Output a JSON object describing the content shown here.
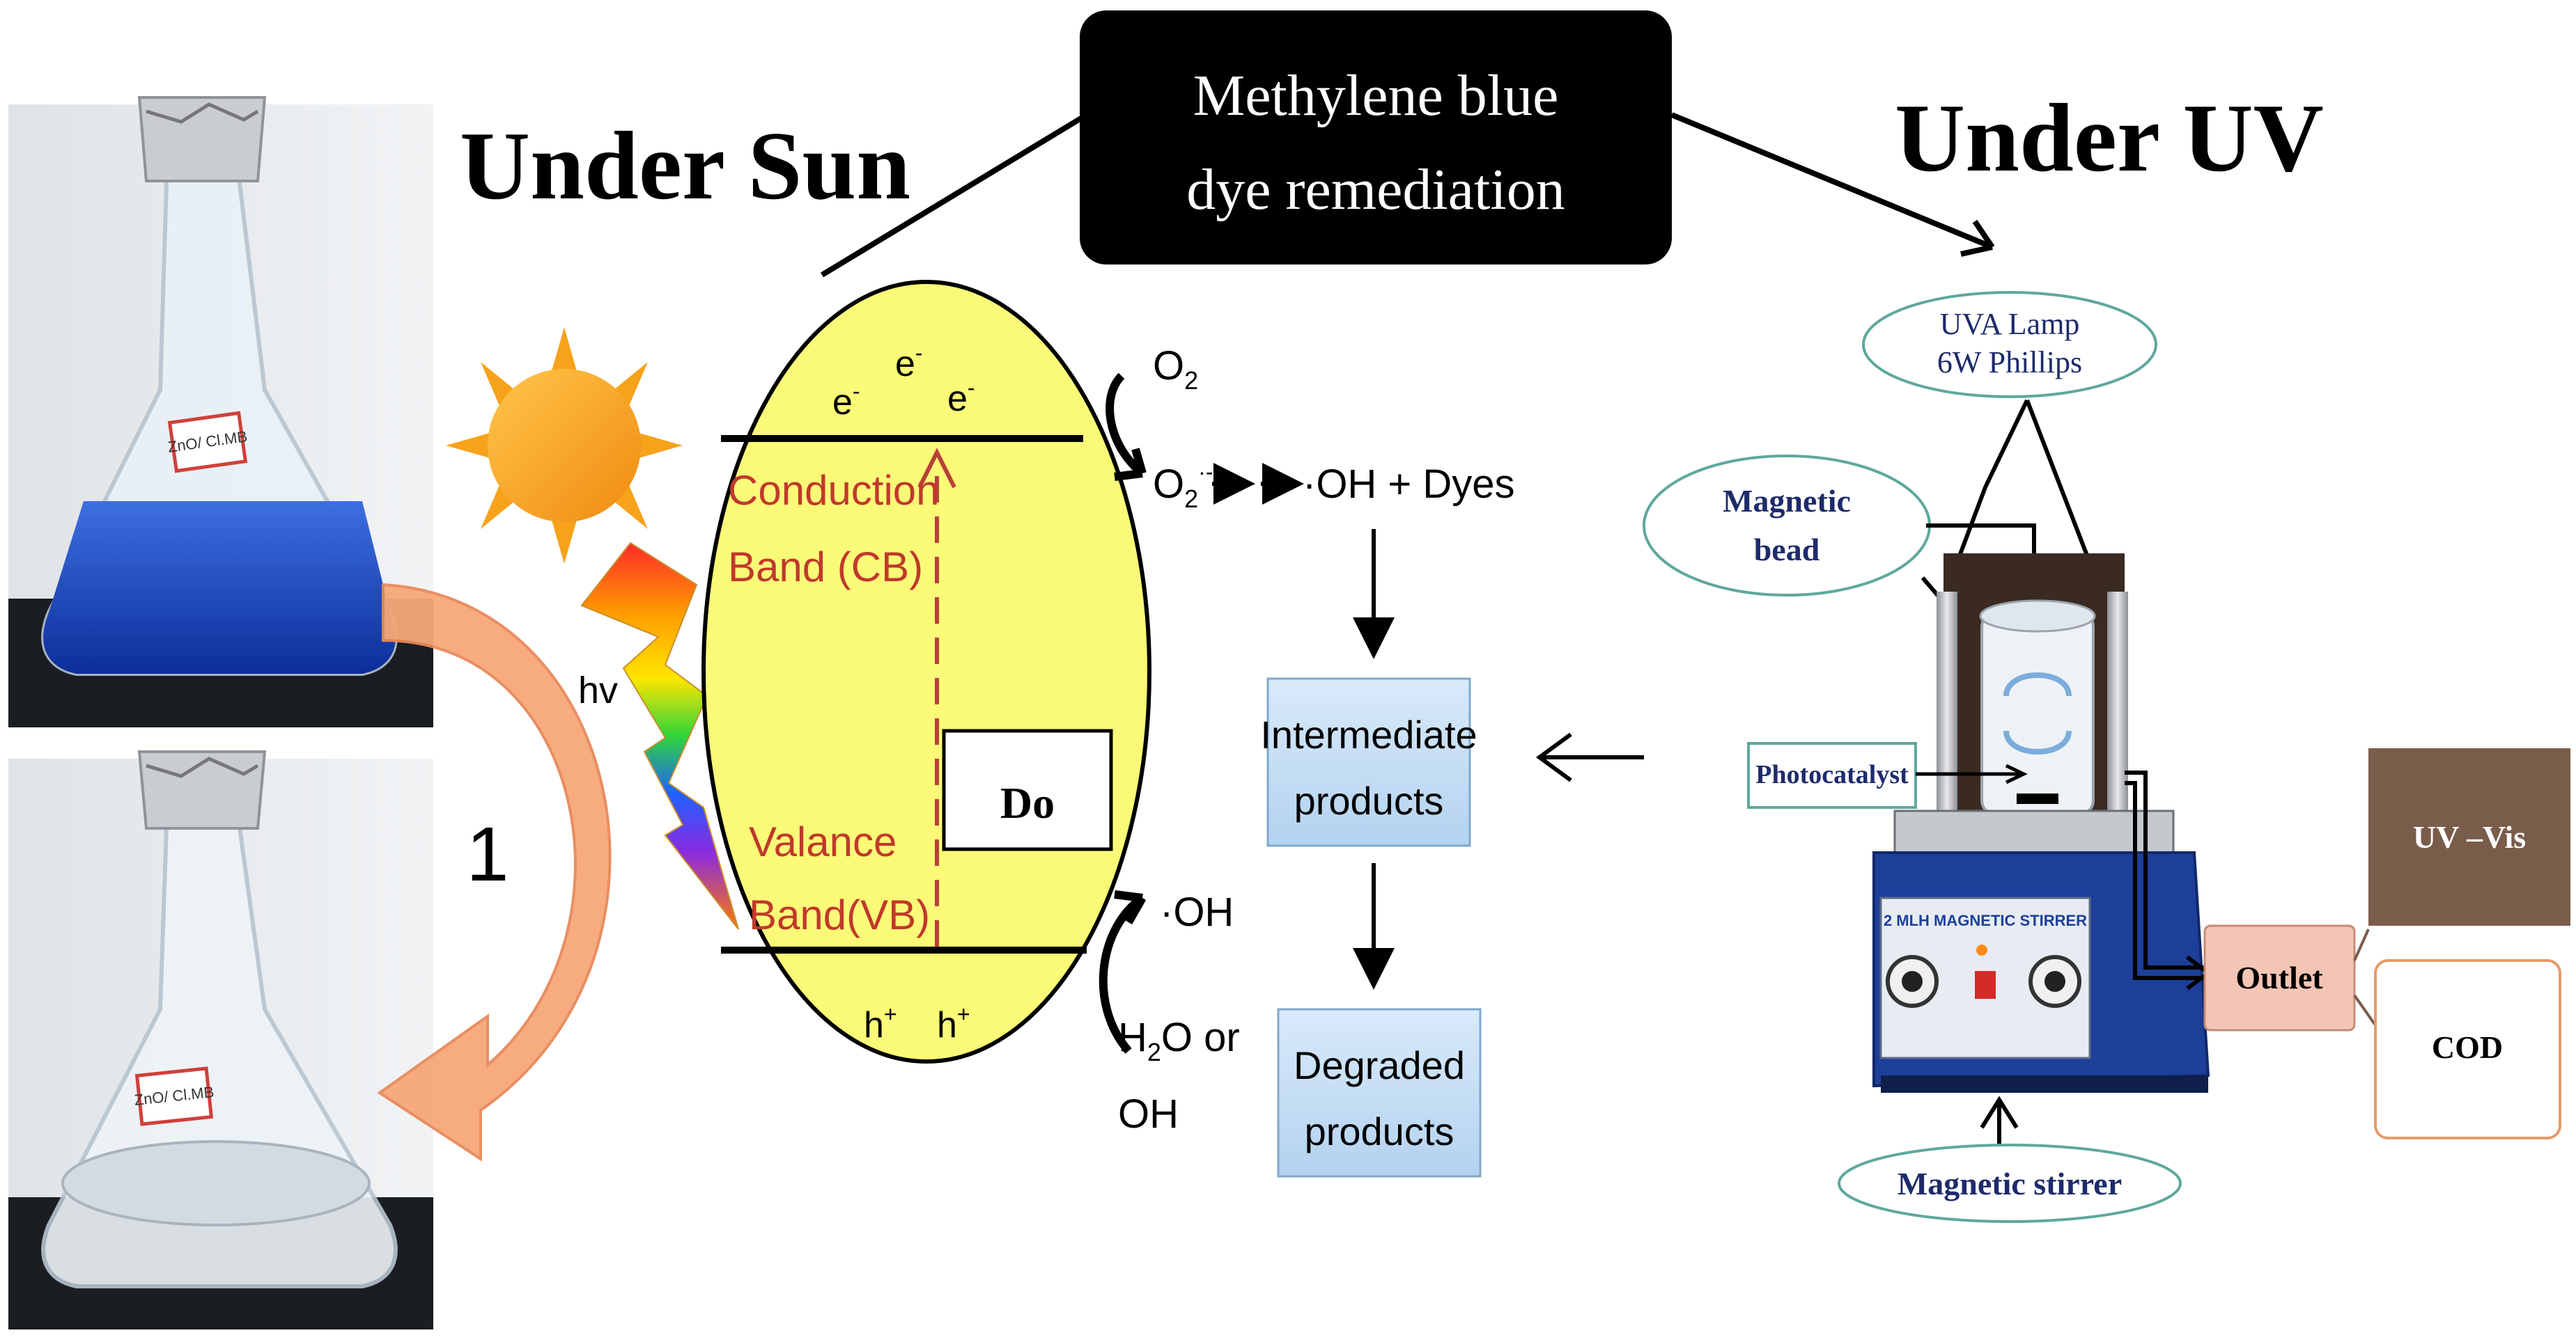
{
  "title_box": {
    "line1": "Methylene blue",
    "line2": "dye remediation"
  },
  "left_heading": "Under Sun",
  "right_heading": "Under UV",
  "photo_step_label": "1",
  "band_diagram": {
    "electron": "e",
    "electron_sup": "-",
    "hole": "h",
    "hole_sup": "+",
    "cb_line1": "Conduction",
    "cb_line2": "Band (CB)",
    "vb_line1": "Valance",
    "vb_line2": "Band(VB)",
    "dopant": "Do",
    "photon": "hv"
  },
  "reactions": {
    "o2": "O",
    "o2_sub": "2",
    "superoxide": "O",
    "superoxide_sub": "2",
    "superoxide_sup": "·-",
    "oh_dyes": "·OH + Dyes",
    "oh_radical": "·OH",
    "water_line1_a": "H",
    "water_line1_sub": "2",
    "water_line1_b": "O or",
    "water_line2": "OH"
  },
  "flow_boxes": {
    "intermediate_line1": "Intermediate",
    "intermediate_line2": "products",
    "degraded_line1": "Degraded",
    "degraded_line2": "products"
  },
  "uv_setup": {
    "lamp_line1": "UVA Lamp",
    "lamp_line2": "6W Phillips",
    "bead_line1": "Magnetic",
    "bead_line2": "bead",
    "photocatalyst": "Photocatalyst",
    "stirrer": "Magnetic stirrer",
    "stirrer_plate": "2 MLH MAGNETIC STIRRER",
    "outlet": "Outlet",
    "uvvis": "UV –Vis",
    "cod": "COD"
  },
  "flask_label": "ZnO/ Cl.MB",
  "colors": {
    "band_fill": "#fafa78",
    "sun": "#f7a21b",
    "flow_box": "#c6def3",
    "title_box": "#000000",
    "band_text": "#c0392b",
    "outlet_fill": "#f3c5b4",
    "uvvis_fill": "#7a5c4a",
    "cod_border": "#e69a6a",
    "ellipse_border": "#5fa89c",
    "step_arrow": "#f4a06a"
  }
}
